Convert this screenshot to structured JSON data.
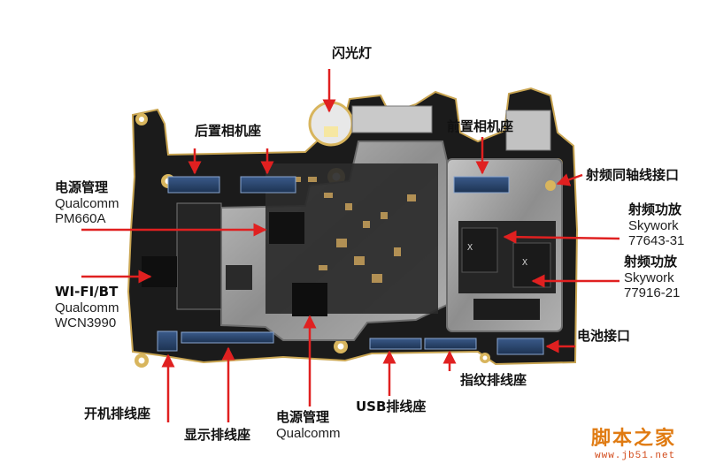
{
  "labels": {
    "flash": "闪光灯",
    "rear_cam": "后置相机座",
    "front_cam": "前置相机座",
    "rf_coax": "射频同轴线接口",
    "pmic_title": "电源管理",
    "pmic_vendor": "Qualcomm",
    "pmic_model": "PM660A",
    "wifi_title": "WI-FI/BT",
    "wifi_vendor": "Qualcomm",
    "wifi_model": "WCN3990",
    "pa1_title": "射频功放",
    "pa1_vendor": "Skywork",
    "pa1_model": "77643-31",
    "pa2_title": "射频功放",
    "pa2_vendor": "Skywork",
    "pa2_model": "77916-21",
    "battery": "电池接口",
    "power_btn": "开机排线座",
    "display": "显示排线座",
    "pmic2_title": "电源管理",
    "pmic2_vendor": "Qualcomm",
    "usb": "USB排线座",
    "fingerprint": "指纹排线座"
  },
  "watermark": {
    "site_name": "脚本之家",
    "site_url": "www.jb51.net"
  },
  "colors": {
    "arrow": "#e02020",
    "board": "#1c1c1c",
    "shield": "#9a9a9a",
    "gold": "#c9a552"
  }
}
